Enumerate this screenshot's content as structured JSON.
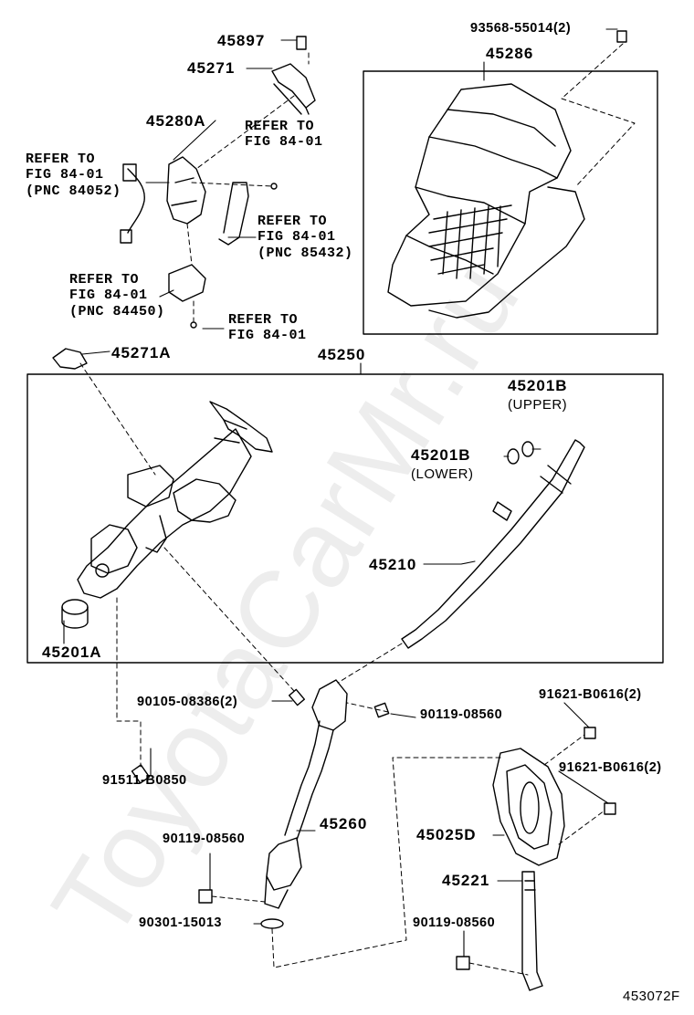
{
  "watermark": "ToyotaCarMr.ru",
  "figure_code": "453072F",
  "parts": {
    "p45897": "45897",
    "p45271": "45271",
    "p45280A": "45280A",
    "p45286": "45286",
    "p93568": "93568-55014(2)",
    "p45271A": "45271A",
    "p45250": "45250",
    "p45201B_upper": "45201B",
    "upper": "(UPPER)",
    "p45201B_lower": "45201B",
    "lower": "(LOWER)",
    "p45210": "45210",
    "p45201A": "45201A",
    "p90105": "90105-08386(2)",
    "p90119a": "90119-08560",
    "p91511": "91511-B0850",
    "p91621a": "91621-B0616(2)",
    "p91621b": "91621-B0616(2)",
    "p45260": "45260",
    "p90119b": "90119-08560",
    "p45025D": "45025D",
    "p45221": "45221",
    "p90301": "90301-15013",
    "p90119c": "90119-08560"
  },
  "refs": {
    "r1": "REFER TO\nFIG 84-01",
    "r2": "REFER TO\nFIG 84-01\n(PNC 84052)",
    "r3": "REFER TO\nFIG 84-01\n(PNC 85432)",
    "r4": "REFER TO\nFIG 84-01\n(PNC 84450)",
    "r5": "REFER TO\nFIG 84-01"
  }
}
